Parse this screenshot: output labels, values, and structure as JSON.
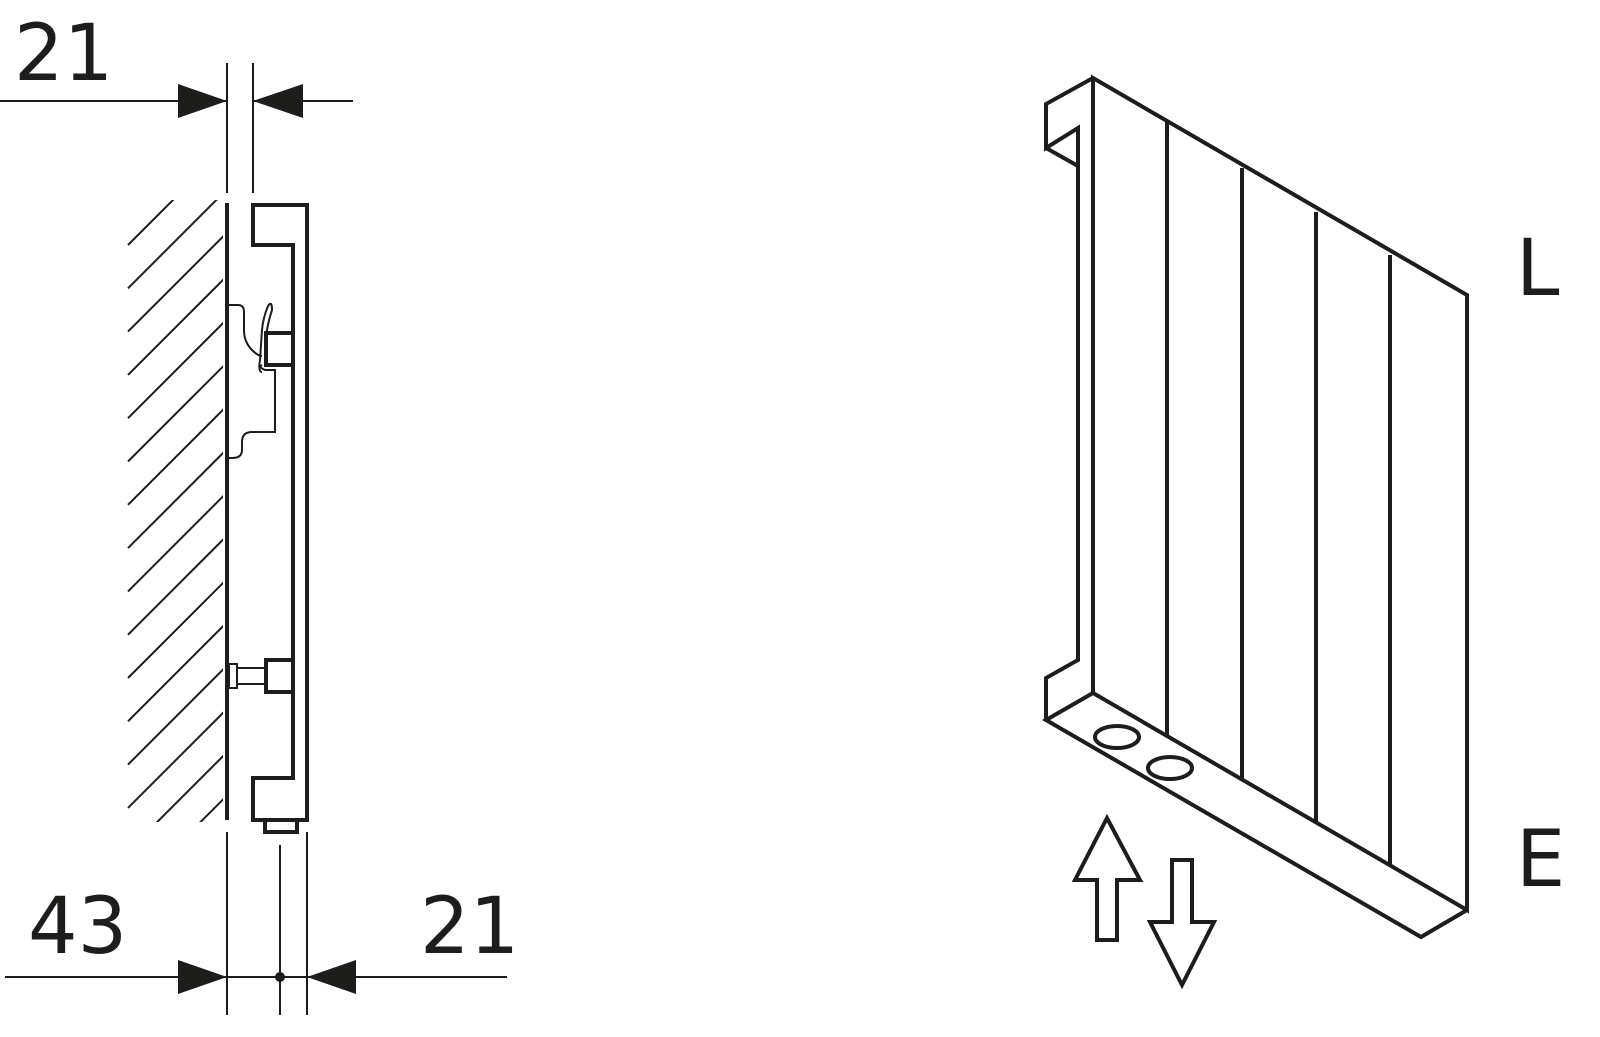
{
  "side_view": {
    "dimensions": {
      "top_depth": "21",
      "wall_offset": "43",
      "bottom_connection": "21"
    }
  },
  "iso_view": {
    "labels": {
      "length": "L",
      "height_end": "E"
    },
    "panel_count": 5
  },
  "colors": {
    "line": "#1d1d1b",
    "background": "#ffffff"
  }
}
